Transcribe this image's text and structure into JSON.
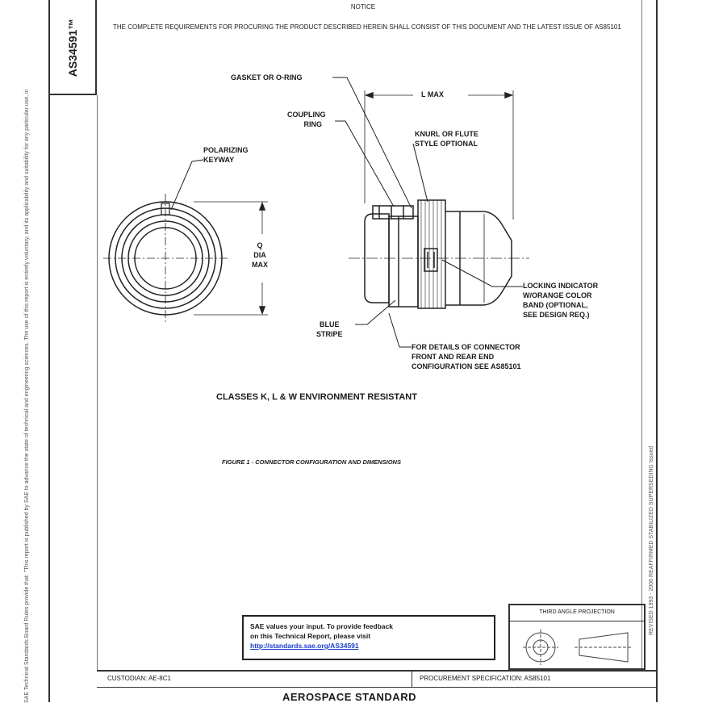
{
  "header": {
    "doc_number": "AS34591™",
    "notice_title": "NOTICE",
    "notice_text": "THE COMPLETE REQUIREMENTS FOR PROCURING THE PRODUCT DESCRIBED HEREIN SHALL CONSIST OF THIS DOCUMENT AND THE LATEST ISSUE OF AS85101"
  },
  "margins": {
    "left_text": "SAE Technical Standards Board Rules provide that: \"This report is published by SAE to advance the state of technical and engineering sciences. The use of this report is entirely voluntary, and its applicability and suitability for any particular use, including any patent infringement arising therefrom, is the sole responsibility of the user.\"",
    "right_text": "REVISED 1993 - 2006   REAFFIRMED   STABILIZED   SUPERSEDING   Issued"
  },
  "figure": {
    "labels": {
      "gasket": "GASKET OR O-RING",
      "coupling": [
        "COUPLING",
        "RING"
      ],
      "l_max": "L MAX",
      "knurl": [
        "KNURL OR FLUTE",
        "STYLE OPTIONAL"
      ],
      "polarizing": [
        "POLARIZING",
        "KEYWAY"
      ],
      "q_dia": [
        "Q",
        "DIA",
        "MAX"
      ],
      "locking": [
        "LOCKING INDICATOR",
        "W/ORANGE COLOR",
        "BAND (OPTIONAL,",
        "SEE DESIGN REQ.)"
      ],
      "blue_stripe": [
        "BLUE",
        "STRIPE"
      ],
      "details": [
        "FOR DETAILS OF CONNECTOR",
        "FRONT AND REAR END",
        "CONFIGURATION SEE AS85101"
      ]
    },
    "classes_title": "CLASSES K, L & W ENVIRONMENT RESISTANT",
    "caption": "FIGURE 1 - CONNECTOR CONFIGURATION AND DIMENSIONS"
  },
  "projection": {
    "title": "THIRD ANGLE PROJECTION"
  },
  "feedback": {
    "line1": "SAE values your input. To provide feedback",
    "line2": "on this Technical Report, please visit",
    "link": "http://standards.sae.org/AS34591"
  },
  "footer": {
    "custodian": "CUSTODIAN: AE-8C1",
    "procurement": "PROCUREMENT SPECIFICATION: AS85101",
    "standard": "AEROSPACE STANDARD"
  }
}
